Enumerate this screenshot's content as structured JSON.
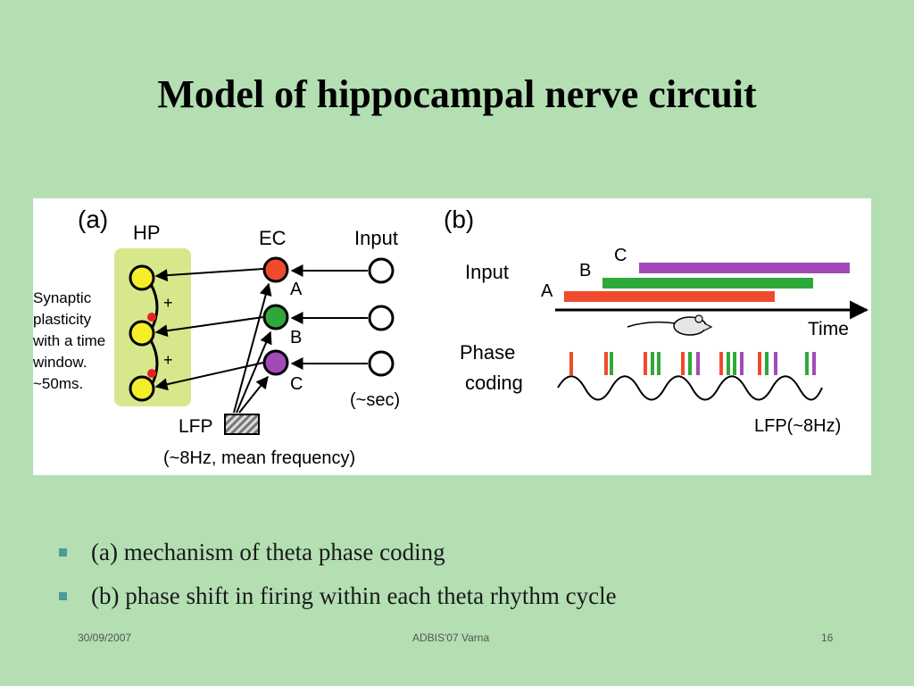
{
  "slide": {
    "title": "Model of hippocampal nerve circuit",
    "bullets": [
      "(a) mechanism of theta phase coding",
      "(b) phase shift in firing within each theta rhythm cycle"
    ],
    "footer": {
      "date": "30/09/2007",
      "center": "ADBIS'07 Varna",
      "page": "16"
    }
  },
  "figure": {
    "panel_a": {
      "label": "(a)",
      "hp": "HP",
      "ec": "EC",
      "input": "Input",
      "note": [
        "Synaptic",
        "plasticity",
        "with a time",
        "window.",
        "~50ms."
      ],
      "plus": "+",
      "nodes": [
        "A",
        "B",
        "C"
      ],
      "sec": "(~sec)",
      "lfp": "LFP",
      "lfp_note": "(~8Hz, mean frequency)"
    },
    "panel_b": {
      "label": "(b)",
      "input": "Input",
      "bars": [
        "A",
        "B",
        "C"
      ],
      "time": "Time",
      "phase": [
        "Phase",
        "coding"
      ],
      "lfp": "LFP(~8Hz)"
    },
    "colors": {
      "A": "#f04a2e",
      "B": "#2fa83a",
      "C": "#a24bb8",
      "hp_node": "#f5ee2a",
      "hp_box": "#d7e88c",
      "synapse": "#e52222"
    }
  }
}
